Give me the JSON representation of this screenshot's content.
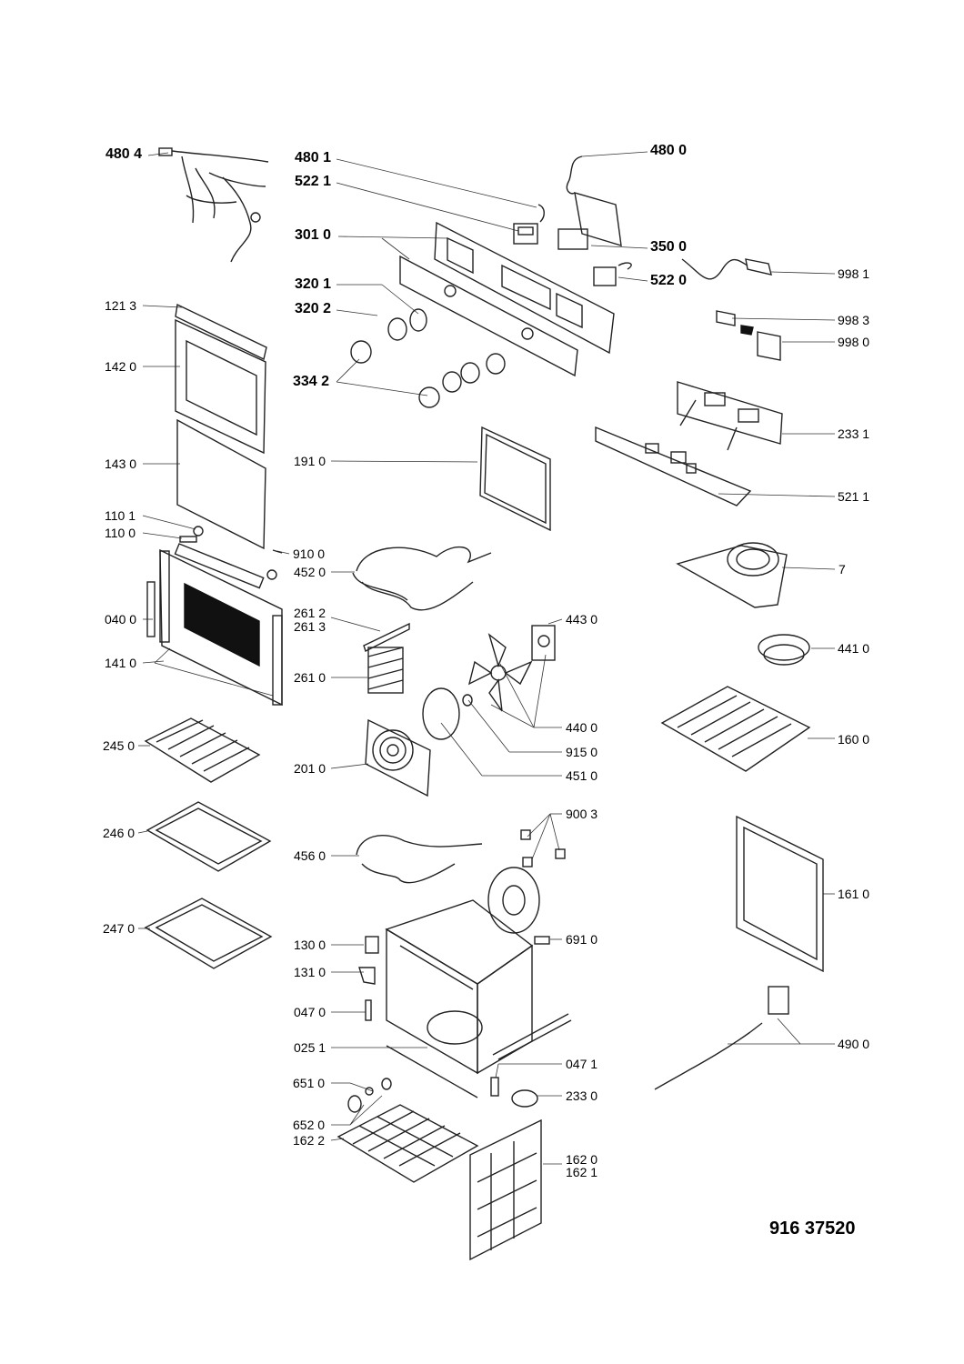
{
  "document_number": "916 37520",
  "labels": {
    "l4804": "480 4",
    "l4801": "480 1",
    "l4800": "480 0",
    "l5221": "522 1",
    "l3010": "301 0",
    "l3500": "350 0",
    "l5220": "522 0",
    "l9981": "998 1",
    "l3201": "320 1",
    "l3202": "320 2",
    "l9983": "998 3",
    "l9980": "998 0",
    "l3342": "334 2",
    "l1213": "121 3",
    "l1420": "142 0",
    "l2331": "233 1",
    "l1910": "191 0",
    "l1430": "143 0",
    "l5211": "521 1",
    "l1101": "110 1",
    "l1100": "110 0",
    "l9100": "910 0",
    "l4520": "452 0",
    "l7": "7",
    "l2612": "261 2",
    "l2613": "261 3",
    "l4430": "443 0",
    "l0400": "040 0",
    "l4410": "441 0",
    "l1410": "141 0",
    "l2610": "261 0",
    "l4400": "440 0",
    "l2450": "245 0",
    "l9150": "915 0",
    "l1600": "160 0",
    "l2010": "201 0",
    "l4510": "451 0",
    "l9003": "900 3",
    "l2460": "246 0",
    "l4560": "456 0",
    "l1610": "161 0",
    "l2470": "247 0",
    "l6910": "691 0",
    "l1300": "130 0",
    "l1310": "131 0",
    "l0470": "047 0",
    "l4900": "490 0",
    "l0251": "025 1",
    "l0471": "047 1",
    "l6510": "651 0",
    "l2330": "233 0",
    "l6520": "652 0",
    "l1622": "162 2",
    "l1620": "162 0",
    "l1621": "162 1"
  }
}
